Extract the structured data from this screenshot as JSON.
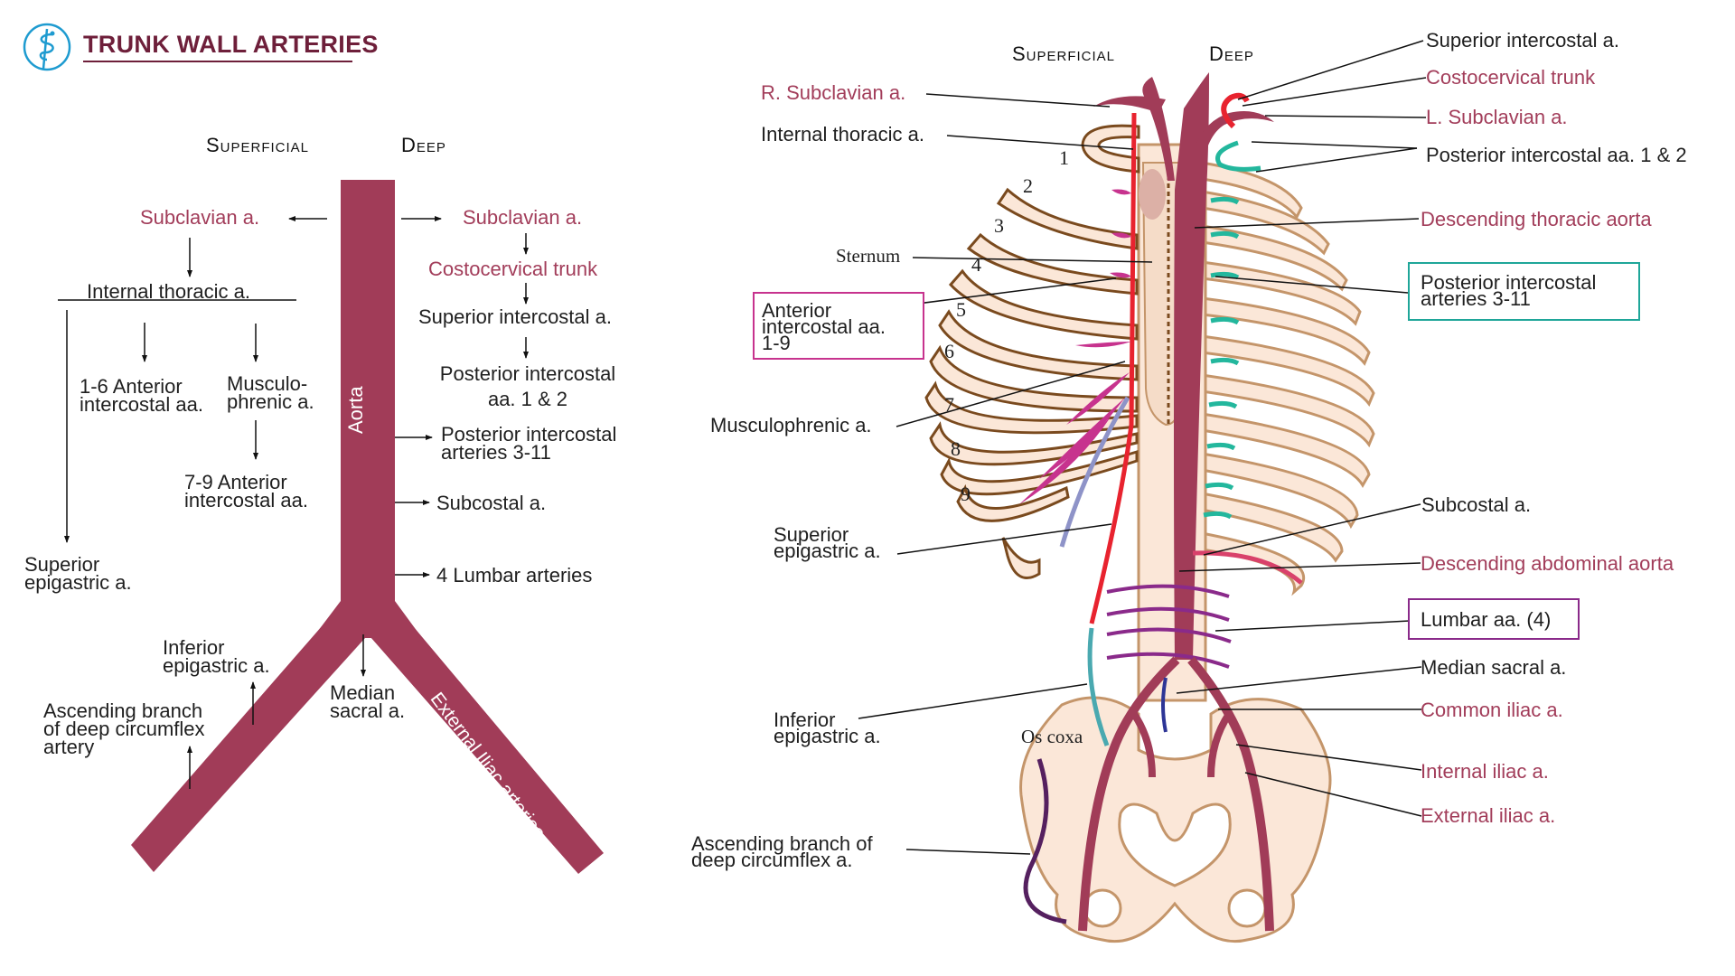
{
  "header": {
    "title": "TRUNK WALL ARTERIES",
    "logo_icon": "caduceus-icon"
  },
  "colors": {
    "accent_text": "#a23d5a",
    "title": "#6e1f3a",
    "aorta": "#a13c58",
    "bone_fill": "#fbe7d8",
    "bone_stroke": "#8a5a2b",
    "internal_thoracic": "#e8232f",
    "posterior_intercostal": "#23b79d",
    "anterior_intercostal": "#c7338e",
    "lumbar": "#8a2a8a",
    "anterior_box": "#c7338e",
    "posterior_box": "#1fa699",
    "lumbar_box": "#8a2a8a",
    "median_sacral": "#2d3596",
    "circumflex": "#55205f",
    "musculophrenic": "#8e93c8",
    "inferior_epigastric": "#4aa9b0"
  },
  "left_diagram": {
    "col_superficial": "Superficial",
    "col_deep": "Deep",
    "trunk_label": "Aorta",
    "iliac_label": "External Iliac arteries",
    "superficial": {
      "subclavian": "Subclavian a.",
      "internal_thoracic": "Internal thoracic a.",
      "anterior_1_6": [
        "1-6 Anterior",
        "intercostal aa."
      ],
      "musculophrenic": [
        "Musculo-",
        "phrenic a."
      ],
      "anterior_7_9": [
        "7-9 Anterior",
        "intercostal aa."
      ],
      "superior_epigastric": [
        "Superior",
        "epigastric a."
      ],
      "inferior_epigastric": [
        "Inferior",
        "epigastric a."
      ],
      "ascending_branch": [
        "Ascending branch",
        "of deep circumflex",
        "artery"
      ]
    },
    "deep": {
      "subclavian": "Subclavian a.",
      "costocervical": "Costocervical trunk",
      "superior_intercostal": "Superior intercostal a.",
      "posterior_1_2": [
        "Posterior intercostal",
        "aa. 1 & 2"
      ],
      "posterior_3_11": [
        "Posterior intercostal",
        "arteries 3-11"
      ],
      "subcostal": "Subcostal a.",
      "lumbar": "4 Lumbar arteries",
      "median_sacral": [
        "Median",
        "sacral a."
      ]
    }
  },
  "right_diagram": {
    "col_superficial": "Superficial",
    "col_deep": "Deep",
    "sternum": "Sternum",
    "os_coxa": "Os coxa",
    "rib_numbers": [
      "1",
      "2",
      "3",
      "4",
      "5",
      "6",
      "7",
      "8",
      "9"
    ],
    "left_labels": {
      "r_subclavian": "R. Subclavian a.",
      "internal_thoracic": "Internal thoracic a.",
      "anterior_intercostal": [
        "Anterior",
        "intercostal aa.",
        "1-9"
      ],
      "musculophrenic": "Musculophrenic a.",
      "superior_epigastric": [
        "Superior",
        "epigastric a."
      ],
      "inferior_epigastric": [
        "Inferior",
        "epigastric a."
      ],
      "ascending_branch": [
        "Ascending branch of",
        "deep circumflex a."
      ]
    },
    "right_labels": {
      "superior_intercostal": "Superior intercostal a.",
      "costocervical": "Costocervical trunk",
      "l_subclavian": "L. Subclavian a.",
      "posterior_1_2": "Posterior intercostal aa. 1 & 2",
      "descending_thoracic": "Descending thoracic aorta",
      "posterior_3_11": [
        "Posterior intercostal",
        "arteries 3-11"
      ],
      "subcostal": "Subcostal a.",
      "descending_abdominal": "Descending abdominal aorta",
      "lumbar": "Lumbar aa. (4)",
      "median_sacral": "Median sacral a.",
      "common_iliac": "Common iliac a.",
      "internal_iliac": "Internal iliac a.",
      "external_iliac": "External iliac a."
    }
  }
}
